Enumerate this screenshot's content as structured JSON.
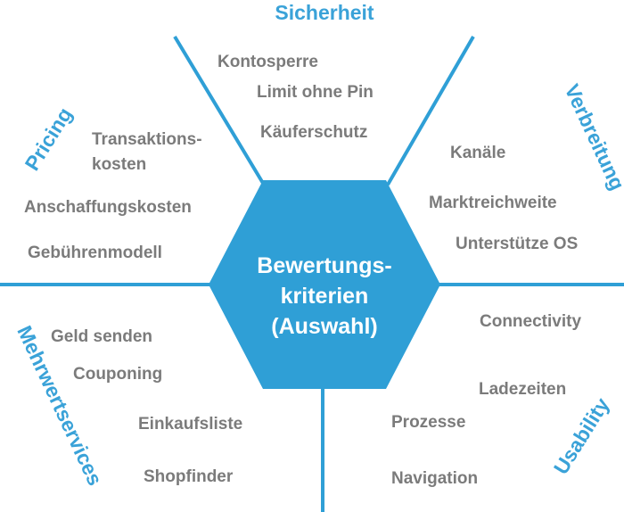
{
  "center": {
    "line1": "Bewertungs-",
    "line2": "kriterien",
    "line3": "(Auswahl)"
  },
  "categories": {
    "sicherheit": "Sicherheit",
    "verbreitung": "Verbreitung",
    "pricing": "Pricing",
    "mehrwertservices": "Mehrwertservices",
    "usability": "Usability"
  },
  "sicherheit_items": [
    "Kontosperre",
    "Limit ohne Pin",
    "Käuferschutz"
  ],
  "verbreitung_items": [
    "Kanäle",
    "Marktreichweite",
    "Unterstütze OS"
  ],
  "pricing_items": {
    "transaktion_line1": "Transaktions-",
    "transaktion_line2": "kosten",
    "anschaffung": "Anschaffungskosten",
    "gebuehren": "Gebührenmodell"
  },
  "mehrwert_items": [
    "Geld senden",
    "Couponing",
    "Einkaufsliste",
    "Shopfinder"
  ],
  "usability_items": [
    "Connectivity",
    "Ladezeiten",
    "Prozesse",
    "Navigation"
  ],
  "colors": {
    "accent": "#2f9fd6",
    "category_text": "#3aa2d8",
    "item_text": "#7b7b7b",
    "center_text": "#ffffff"
  }
}
